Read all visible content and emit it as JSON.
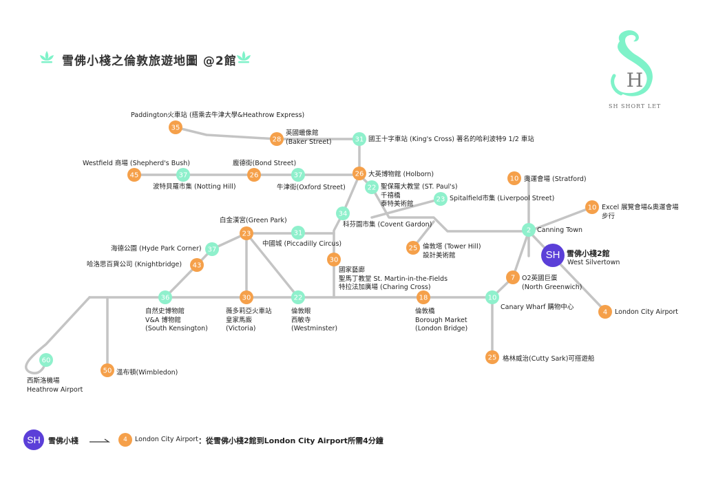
{
  "header": {
    "title": "雪佛小棧之倫敦旅遊地圖 @2館"
  },
  "logo": {
    "brand": "SH SHORT LET",
    "monogram": "H"
  },
  "colors": {
    "line": "#c4c4c4",
    "walk_station": "#f5a04a",
    "tube_station": "#8ff0cc",
    "hotel": "#5b3fd8",
    "logo": "#7ff2c9"
  },
  "stations": [
    {
      "id": "paddington",
      "num": "35",
      "type": "walk",
      "lines": [
        "Paddington火車站 (搭乘去牛津大學&Heathrow Express)"
      ]
    },
    {
      "id": "baker",
      "num": "28",
      "type": "walk",
      "lines": [
        "英國蠟像館",
        "(Baker Street)"
      ]
    },
    {
      "id": "kings_cross",
      "num": "31",
      "type": "tube",
      "lines": [
        "國王十字車站 (King's Cross) 著名的哈利波特9 1/2 車站"
      ]
    },
    {
      "id": "shepherds",
      "num": "45",
      "type": "walk",
      "lines": [
        "Westfield 商場 (Shepherd's Bush)"
      ]
    },
    {
      "id": "notting",
      "num": "37",
      "type": "tube",
      "lines": [
        "波特貝羅市集 (Notting Hill)"
      ]
    },
    {
      "id": "bond",
      "num": "26",
      "type": "walk",
      "lines": [
        "龐德街(Bond Street)"
      ]
    },
    {
      "id": "oxford",
      "num": "37",
      "type": "tube",
      "lines": [
        "牛津街(Oxford Street)"
      ]
    },
    {
      "id": "holborn",
      "num": "26",
      "type": "walk",
      "lines": [
        "大英博物館 (Holborn)"
      ]
    },
    {
      "id": "st_pauls",
      "num": "22",
      "type": "tube",
      "lines": [
        "聖保羅大教堂 (ST. Paul's)",
        "千禧橋",
        "泰特美術館"
      ]
    },
    {
      "id": "spitalfield",
      "num": "23",
      "type": "tube",
      "lines": [
        "Spitalfield市集 (Liverpool Street)"
      ]
    },
    {
      "id": "stratford",
      "num": "10",
      "type": "walk",
      "lines": [
        "奧運會場 (Stratford)"
      ]
    },
    {
      "id": "excel",
      "num": "10",
      "type": "walk",
      "lines": [
        "Excel 展覽會場&奧運會場",
        "步行"
      ]
    },
    {
      "id": "covent",
      "num": "34",
      "type": "tube",
      "lines": [
        "科芬園市集 (Covent Gardon)"
      ]
    },
    {
      "id": "canning",
      "num": "2",
      "type": "tube",
      "lines": [
        "Canning Town"
      ]
    },
    {
      "id": "green_park",
      "num": "23",
      "type": "walk",
      "lines": [
        "白金漢宮(Green Park)"
      ]
    },
    {
      "id": "piccadilly",
      "num": "31",
      "type": "tube",
      "lines": [
        "中國城  (Piccadilly Circus)"
      ]
    },
    {
      "id": "tower",
      "num": "25",
      "type": "walk",
      "lines": [
        "倫敦塔 (Tower Hill)",
        "設計美術館"
      ]
    },
    {
      "id": "hyde",
      "num": "37",
      "type": "tube",
      "lines": [
        "海德公園 (Hyde Park Corner)"
      ]
    },
    {
      "id": "knightsbridge",
      "num": "43",
      "type": "walk",
      "lines": [
        "哈洛思百貨公司  (Knightbridge)"
      ]
    },
    {
      "id": "charing",
      "num": "30",
      "type": "walk",
      "lines": [
        "國家藝廊",
        "聖馬丁教堂 St. Martin-in-the-Fields",
        "特拉法加廣場 (Charing Cross)"
      ]
    },
    {
      "id": "north_greenwich",
      "num": "7",
      "type": "walk",
      "lines": [
        "O2英國巨蛋",
        "(North Greenwich)"
      ]
    },
    {
      "id": "south_ken",
      "num": "36",
      "type": "tube",
      "lines": [
        "自然史博物館",
        "V&A 博物館",
        "(South Kensington)"
      ]
    },
    {
      "id": "victoria",
      "num": "30",
      "type": "walk",
      "lines": [
        "薇多莉亞火車站",
        "皇家馬廄",
        "(Victoria)"
      ]
    },
    {
      "id": "westminster",
      "num": "22",
      "type": "tube",
      "lines": [
        "倫敦眼",
        "西敏寺",
        "(Westminster)"
      ]
    },
    {
      "id": "london_bridge",
      "num": "18",
      "type": "walk",
      "lines": [
        "倫敦橋",
        "Borough Market",
        "(London Bridge)"
      ]
    },
    {
      "id": "canary",
      "num": "10",
      "type": "tube",
      "lines": [
        "Canary Wharf 購物中心"
      ]
    },
    {
      "id": "city_airport",
      "num": "4",
      "type": "walk",
      "lines": [
        "London City Airport"
      ]
    },
    {
      "id": "heathrow",
      "num": "60",
      "type": "tube",
      "lines": [
        "西斯洛機場",
        "Heathrow  Airport"
      ]
    },
    {
      "id": "wimbledon",
      "num": "50",
      "type": "walk",
      "lines": [
        "溫布頓(Wimbledon)"
      ]
    },
    {
      "id": "cutty",
      "num": "25",
      "type": "walk",
      "lines": [
        "格林威治(Cutty Sark)可搭遊船"
      ]
    }
  ],
  "hotel": {
    "badge": "SH",
    "name": "雪佛小棧2館",
    "area": "West Silvertown"
  },
  "legend": {
    "badge": "SH",
    "label": "雪佛小棧",
    "num": "4",
    "station": "London City Airport",
    "desc": "：從雪佛小棧2館到London City Airport所需4分鐘"
  }
}
